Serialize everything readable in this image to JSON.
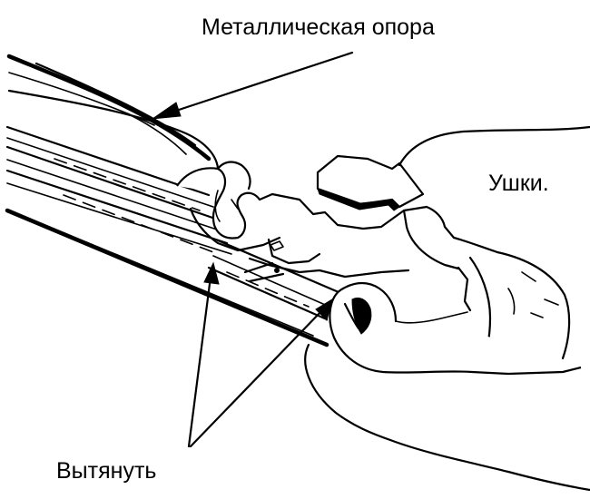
{
  "labels": {
    "metal_support": "Металлическая опора",
    "ears": "Ушки.",
    "pull": "Вытянуть"
  },
  "colors": {
    "line": "#000000",
    "background": "#ffffff"
  }
}
